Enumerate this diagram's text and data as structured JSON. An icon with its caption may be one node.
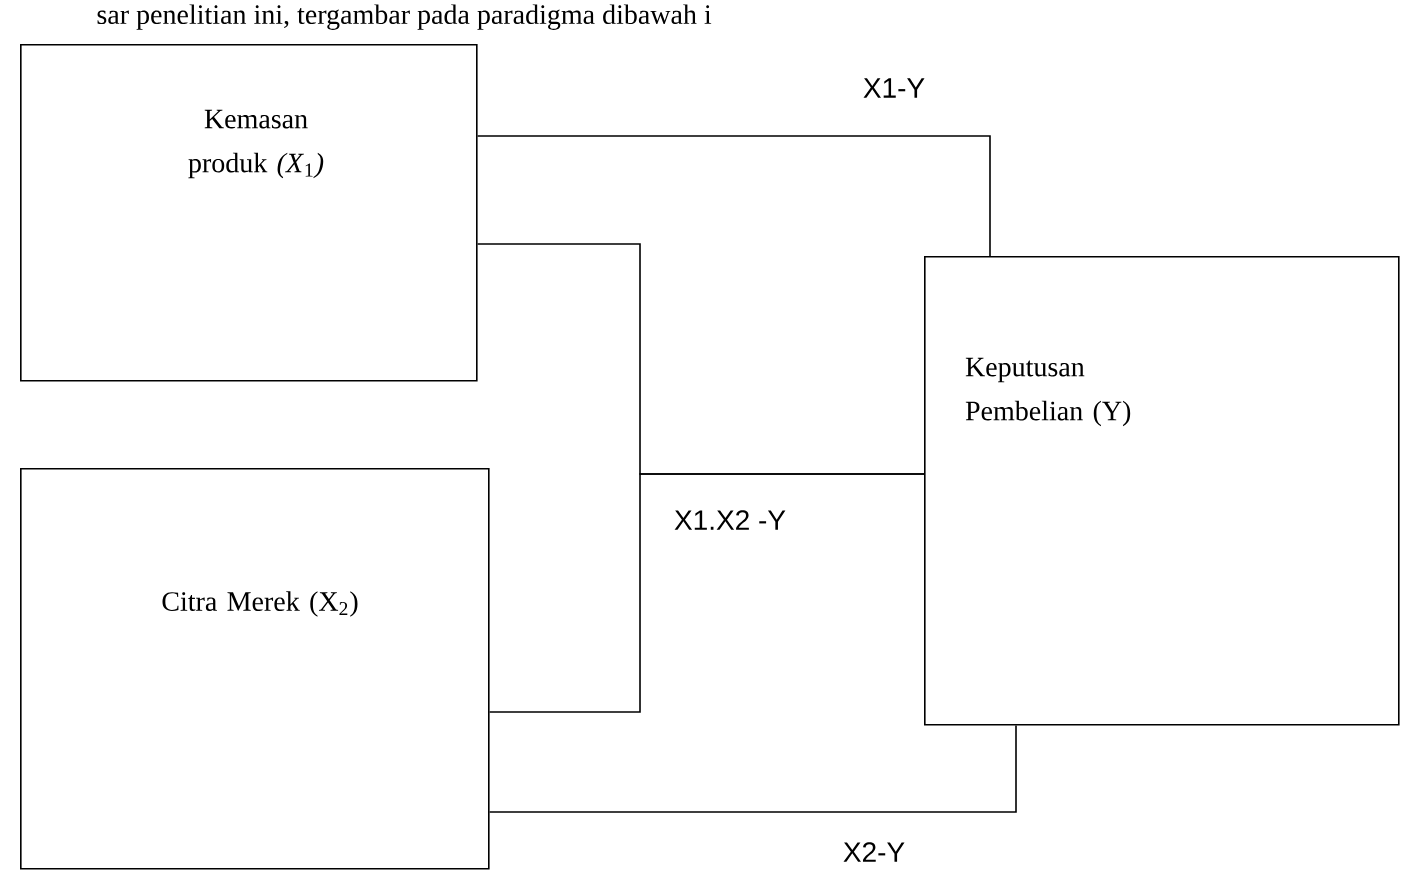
{
  "diagram": {
    "nodes": [
      {
        "text": [
          "Kemasan produk *(X*$_{1}$*)*"
        ]
      },
      {
        "text": [
          "Citra Merek (X$_{2}$)"
        ]
      },
      {
        "text": [
          "Keputusan Pembelian (Y)"
        ]
      }
    ],
    "edges": [
      {
        "from": 0,
        "to": 2,
        "arrow": "none",
        "label": "X1-Y"
      },
      {
        "from": 0,
        "to": 2,
        "arrow": "none",
        "label": "X1.X2 -Y"
      },
      {
        "from": 1,
        "to": 2,
        "arrow": "none"
      },
      {
        "from": 1,
        "to": 2,
        "arrow": "none",
        "label": "X2-Y"
      }
    ],
    "labels": [
      "sar penelitian ini, tergambar pada paradigma dibawah i"
    ]
  }
}
